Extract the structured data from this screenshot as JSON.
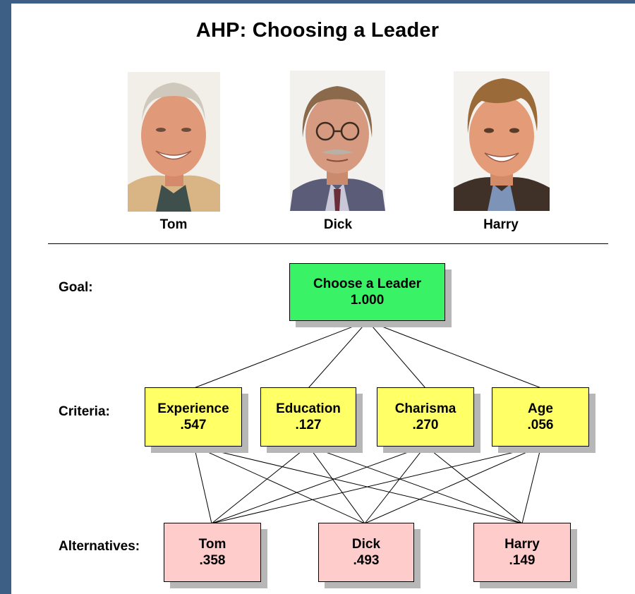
{
  "title": "AHP: Choosing a Leader",
  "people": [
    {
      "name": "Tom"
    },
    {
      "name": "Dick"
    },
    {
      "name": "Harry"
    }
  ],
  "levels": {
    "goal": "Goal:",
    "criteria": "Criteria:",
    "alternatives": "Alternatives:"
  },
  "goal": {
    "label": "Choose a Leader",
    "weight": "1.000"
  },
  "criteria": [
    {
      "label": "Experience",
      "weight": ".547"
    },
    {
      "label": "Education",
      "weight": ".127"
    },
    {
      "label": "Charisma",
      "weight": ".270"
    },
    {
      "label": "Age",
      "weight": ".056"
    }
  ],
  "alternatives": [
    {
      "label": "Tom",
      "weight": ".358"
    },
    {
      "label": "Dick",
      "weight": ".493"
    },
    {
      "label": "Harry",
      "weight": ".149"
    }
  ],
  "colors": {
    "frame": "#3d5f86",
    "goal_fill": "#39f265",
    "criteria_fill": "#ffff66",
    "alternative_fill": "#ffcccc",
    "shadow": "#b7b7b7"
  }
}
